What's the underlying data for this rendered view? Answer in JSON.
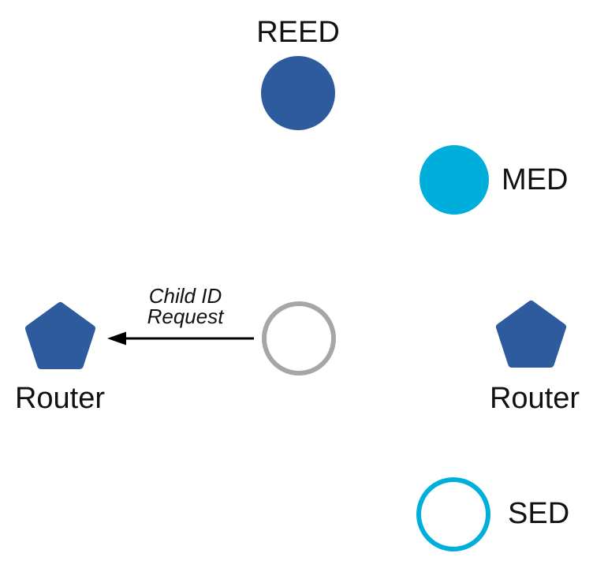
{
  "diagram": {
    "description": "Thread network device roles diagram",
    "nodes": {
      "reed": {
        "label": "REED",
        "shape": "filled-circle",
        "color": "#2e5b9e"
      },
      "med": {
        "label": "MED",
        "shape": "filled-circle",
        "color": "#00aedb"
      },
      "router_left": {
        "label": "Router",
        "shape": "pentagon",
        "color": "#2e5b9e"
      },
      "router_right": {
        "label": "Router",
        "shape": "pentagon",
        "color": "#2e5b9e"
      },
      "joining_device": {
        "label": "",
        "shape": "outlined-circle",
        "color": "#a6a6a6"
      },
      "sed": {
        "label": "SED",
        "shape": "outlined-circle",
        "color": "#00aedb"
      }
    },
    "message": {
      "line1": "Child ID",
      "line2": "Request",
      "from": "joining_device",
      "to": "router_left",
      "direction": "left"
    },
    "colors": {
      "router_blue": "#2e5b9e",
      "device_cyan": "#00aedb",
      "joining_gray": "#a6a6a6",
      "arrow_black": "#000000",
      "text": "#111111"
    }
  }
}
